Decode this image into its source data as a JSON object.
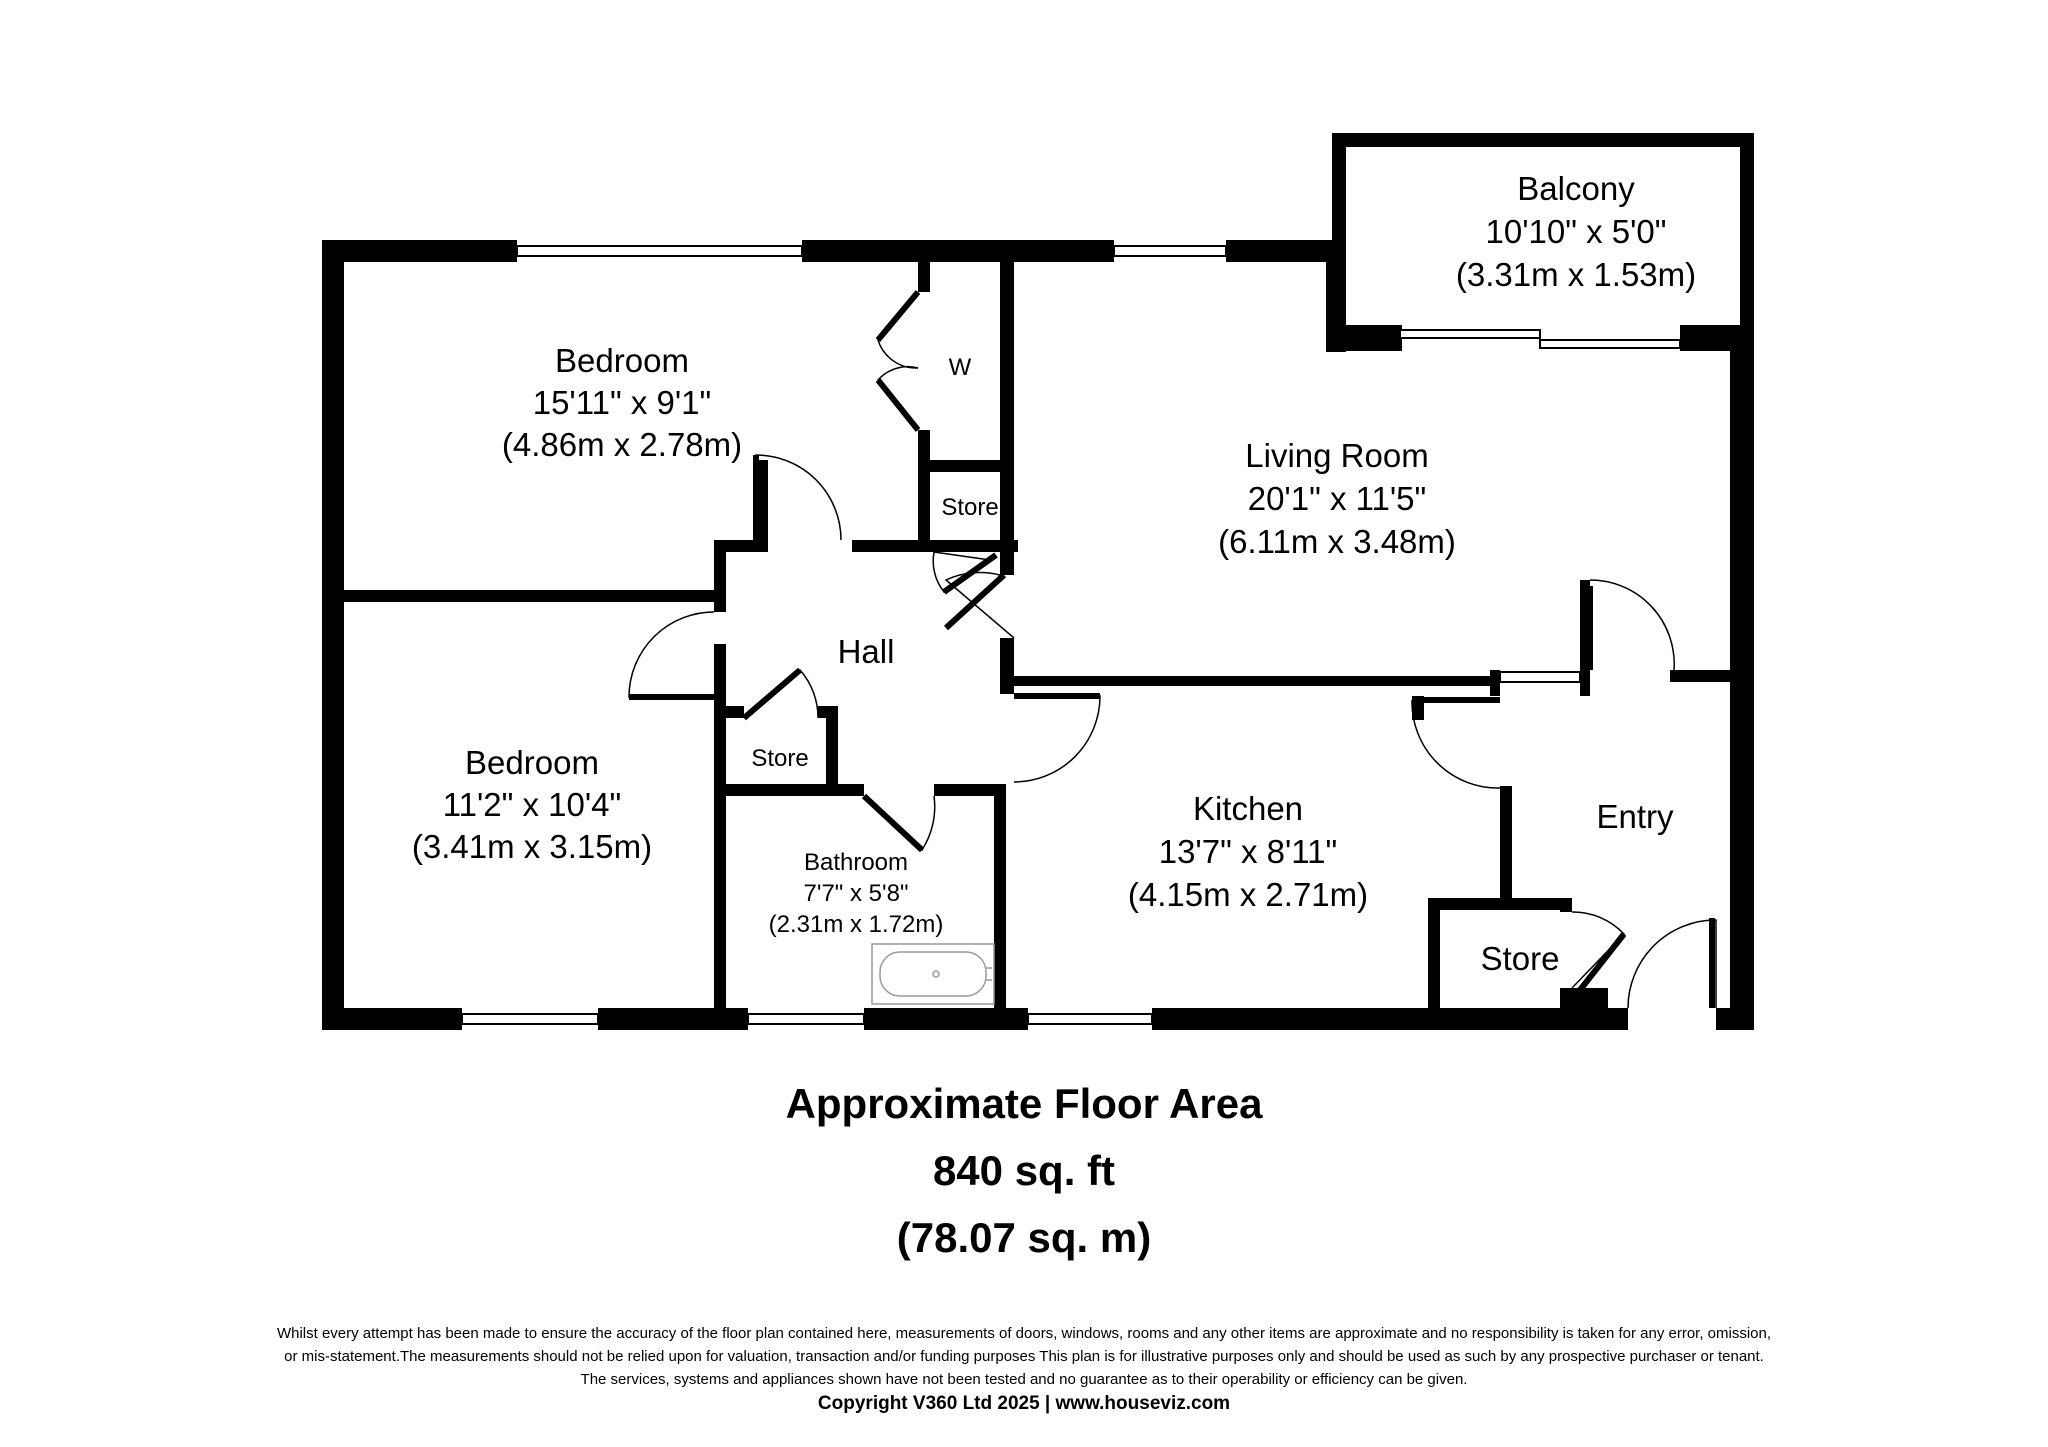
{
  "rooms": {
    "bedroom1": {
      "name": "Bedroom",
      "imperial": "15'11\" x 9'1\"",
      "metric": "(4.86m x 2.78m)"
    },
    "bedroom2": {
      "name": "Bedroom",
      "imperial": "11'2\" x 10'4\"",
      "metric": "(3.41m x 3.15m)"
    },
    "living": {
      "name": "Living Room",
      "imperial": "20'1\" x 11'5\"",
      "metric": "(6.11m x 3.48m)"
    },
    "balcony": {
      "name": "Balcony",
      "imperial": "10'10\" x 5'0\"",
      "metric": "(3.31m x 1.53m)"
    },
    "kitchen": {
      "name": "Kitchen",
      "imperial": "13'7\" x 8'11\"",
      "metric": "(4.15m x 2.71m)"
    },
    "bathroom": {
      "name": "Bathroom",
      "imperial": "7'7\" x 5'8\"",
      "metric": "(2.31m x 1.72m)"
    },
    "hall": {
      "name": "Hall"
    },
    "entry": {
      "name": "Entry"
    },
    "wardrobe": {
      "name": "W"
    },
    "store_top": {
      "name": "Store"
    },
    "store_hall": {
      "name": "Store"
    },
    "store_entry": {
      "name": "Store"
    }
  },
  "floor_area": {
    "title": "Approximate Floor Area",
    "sqft": "840 sq. ft",
    "sqm": "(78.07 sq. m)"
  },
  "disclaimer": {
    "line1": "Whilst every attempt has been made to ensure the accuracy of the floor plan contained here, measurements of doors, windows, rooms and any other items are approximate and no responsibility is taken for any error, omission,",
    "line2": "or mis-statement.The measurements should not be relied upon for valuation, transaction and/or funding purposes This plan is for illustrative purposes only and should be used as such by any prospective purchaser or tenant.",
    "line3": "The services, systems and appliances shown have not been tested and no guarantee as to their operability or efficiency can be given."
  },
  "copyright": "Copyright V360 Ltd 2025 | www.houseviz.com"
}
